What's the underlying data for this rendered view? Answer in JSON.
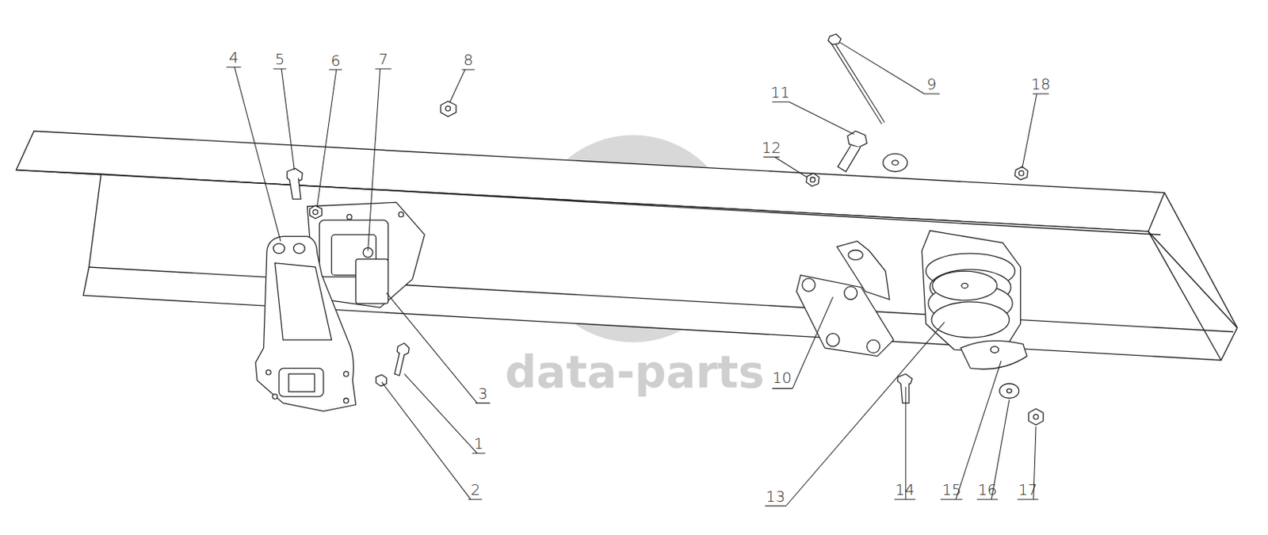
{
  "diagram": {
    "labels": [
      "4",
      "5",
      "6",
      "7",
      "8",
      "11",
      "12",
      "9",
      "18",
      "3",
      "10",
      "1",
      "2",
      "13",
      "14",
      "15",
      "16",
      "17",
      "data-parts"
    ]
  }
}
